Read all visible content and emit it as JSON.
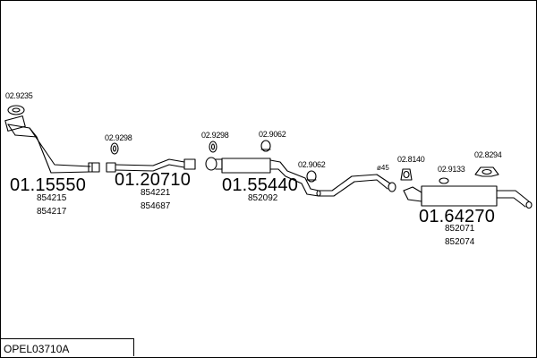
{
  "diagram": {
    "reference": "OPEL03710A",
    "parts": [
      {
        "number": "01.15550",
        "refs": [
          "854215",
          "854217"
        ]
      },
      {
        "number": "01.20710",
        "refs": [
          "854221",
          "854687"
        ]
      },
      {
        "number": "01.55440",
        "refs": [
          "852092"
        ]
      },
      {
        "number": "01.64270",
        "refs": [
          "852071",
          "852074"
        ]
      }
    ],
    "fittings": [
      "02.9235",
      "02.9298",
      "02.9298",
      "02.9062",
      "02.9062",
      "02.8140",
      "02.9133",
      "02.8294"
    ],
    "diameter_label": "ø45"
  }
}
